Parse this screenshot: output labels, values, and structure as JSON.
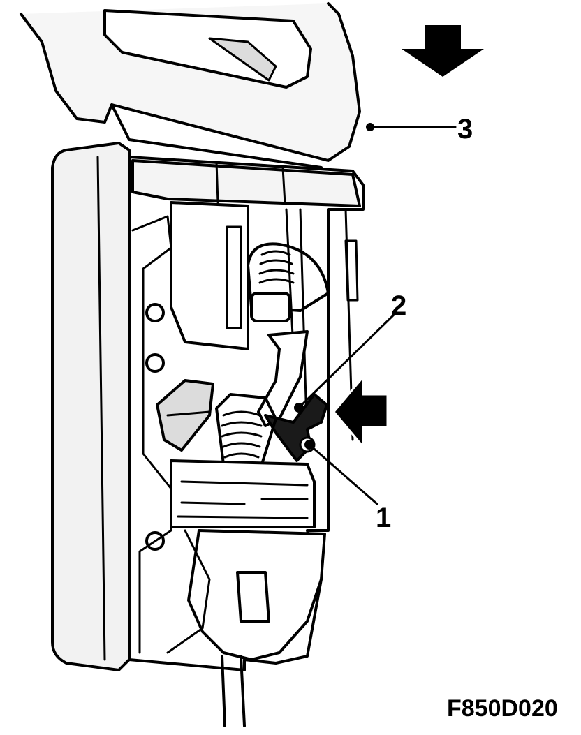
{
  "callouts": {
    "one": "1",
    "two": "2",
    "three": "3"
  },
  "figure_code": "F850D020",
  "colors": {
    "ink": "#000000",
    "paper": "#ffffff",
    "shade": "#dcdcdc",
    "highlight": "#1a1a1a"
  },
  "icons": {
    "down_arrow": "arrow-down-icon",
    "left_arrow": "arrow-left-icon"
  }
}
